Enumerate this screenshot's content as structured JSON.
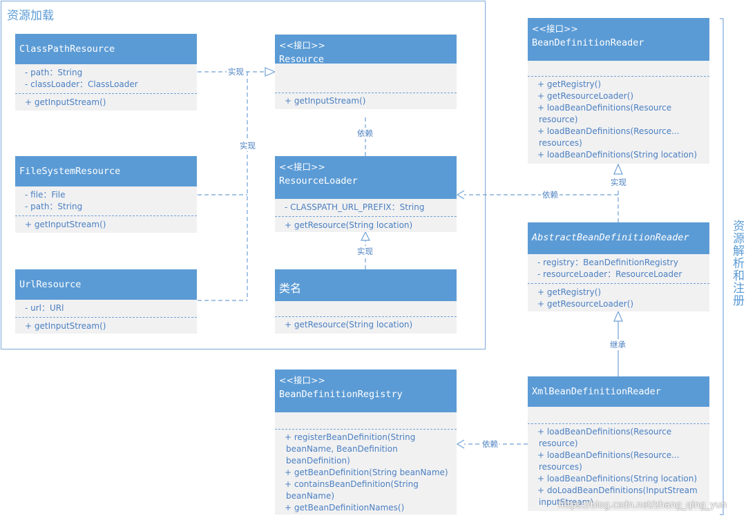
{
  "groups": {
    "loading": "资源加载",
    "parsing": "资源解析和注册"
  },
  "classes": {
    "classPathResource": {
      "name": "ClassPathResource",
      "fields": [
        "- path：String",
        "- classLoader：ClassLoader"
      ],
      "methods": [
        "+ getInputStream()"
      ]
    },
    "fileSystemResource": {
      "name": "FileSystemResource",
      "fields": [
        "- file：File",
        "- path：String"
      ],
      "methods": [
        "+ getInputStream()"
      ]
    },
    "urlResource": {
      "name": "UrlResource",
      "fields": [
        "- url：URl"
      ],
      "methods": [
        "+ getInputStream()"
      ]
    },
    "resource": {
      "stereotype": "<<接口>>",
      "name": "Resource",
      "methods": [
        "+ getInputStream()"
      ]
    },
    "resourceLoader": {
      "stereotype": "<<接口>>",
      "name": "ResourceLoader",
      "fields": [
        "- CLASSPATH_URL_PREFIX：String"
      ],
      "methods": [
        "+ getResource(String location)"
      ]
    },
    "className": {
      "name": "类名",
      "methods": [
        "+ getResource(String location)"
      ]
    },
    "beanDefinitionReader": {
      "stereotype": "<<接口>>",
      "name": "BeanDefinitionReader",
      "methods": [
        "+ getRegistry()",
        "+ getResourceLoader()",
        "+ loadBeanDefinitions(Resource",
        "resource)",
        "+ loadBeanDefinitions(Resource...",
        "resources)",
        "+ loadBeanDefinitions(String location)"
      ]
    },
    "abstractBeanDefinitionReader": {
      "name": "AbstractBeanDefinitionReader",
      "fields": [
        "- registry：BeanDefinitionRegistry",
        "- resourceLoader：ResourceLoader"
      ],
      "methods": [
        "+ getRegistry()",
        "+ getResourceLoader()"
      ]
    },
    "xmlBeanDefinitionReader": {
      "name": "XmlBeanDefinitionReader",
      "methods": [
        "+ loadBeanDefinitions(Resource",
        "resource)",
        "+ loadBeanDefinitions(Resource...",
        "resources)",
        "+ loadBeanDefinitions(String location)",
        "+ doLoadBeanDefinitions(InputStream",
        "inputStream)"
      ]
    },
    "beanDefinitionRegistry": {
      "stereotype": "<<接口>>",
      "name": "BeanDefinitionRegistry",
      "methods": [
        "+ registerBeanDefinition(String",
        "beanName, BeanDefinition",
        "beanDefinition)",
        "+ getBeanDefinition(String beanName)",
        "+ containsBeanDefinition(String",
        "beanName)",
        "+ getBeanDefinitionNames()"
      ]
    }
  },
  "relations": {
    "implements1": "实现",
    "implements2": "实现",
    "dependsLoaderResource": "依赖",
    "implementsClassName": "实现",
    "implementsAbstract": "实现",
    "dependsReaderLoader": "依赖",
    "inherits": "继承",
    "dependsXmlRegistry": "依赖"
  },
  "watermark": "https://blog.csdn.net/zhang_qing_yun"
}
